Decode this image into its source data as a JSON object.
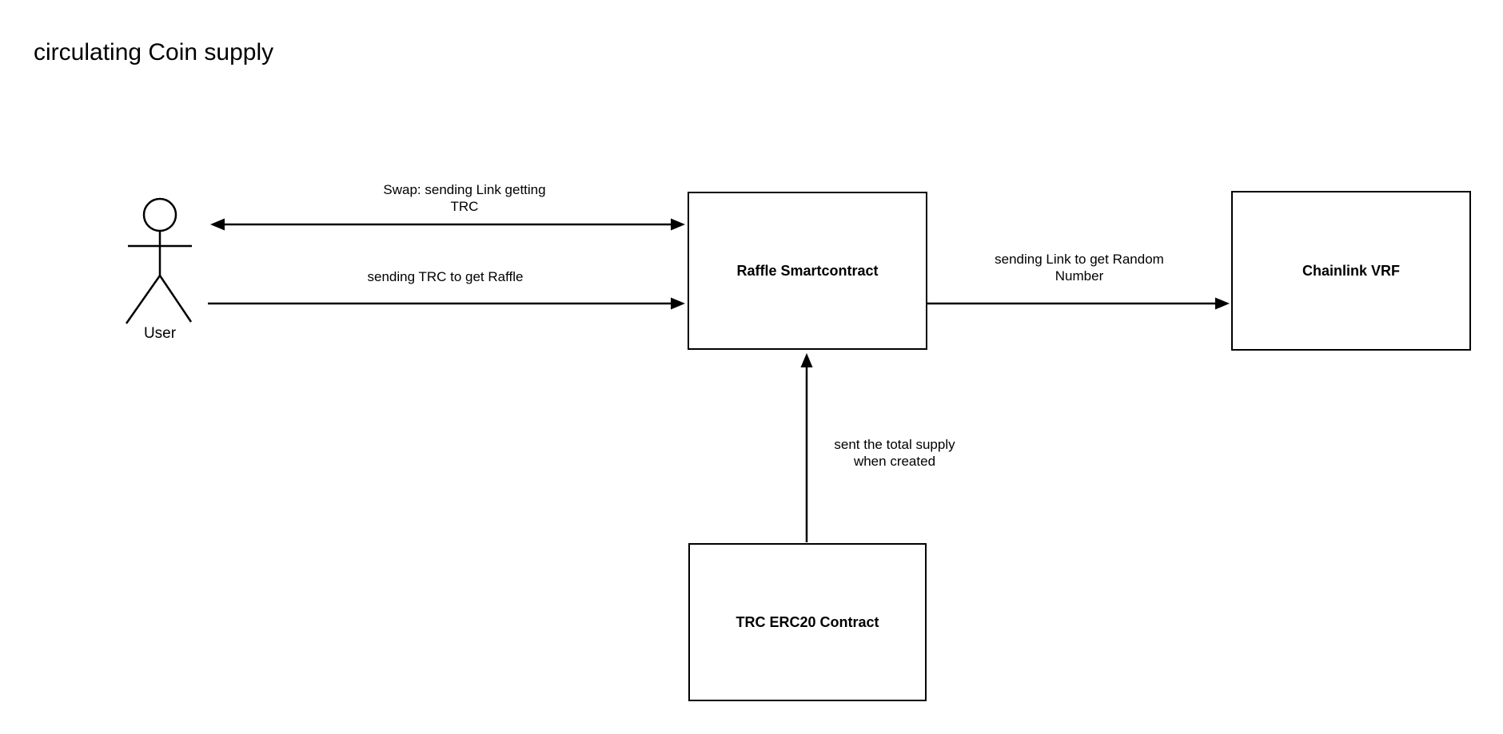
{
  "title": "circulating Coin supply",
  "colors": {
    "ink": "#000000",
    "background": "#ffffff"
  },
  "actor": {
    "label": "User"
  },
  "nodes": {
    "raffle": {
      "label": "Raffle Smartcontract"
    },
    "chainlink": {
      "label": "Chainlink VRF"
    },
    "trc_erc20": {
      "label": "TRC ERC20 Contract"
    }
  },
  "edges": {
    "swap": {
      "from": "user",
      "to": "raffle",
      "arrowheads": "both",
      "lines": [
        "Swap: sending Link getting",
        "TRC"
      ]
    },
    "send_trc": {
      "from": "user",
      "to": "raffle",
      "arrowheads": "end",
      "lines": [
        "sending TRC to get Raffle"
      ]
    },
    "send_link": {
      "from": "raffle",
      "to": "chainlink",
      "arrowheads": "end",
      "lines": [
        "sending Link to get Random",
        "Number"
      ]
    },
    "total_supply": {
      "from": "trc_erc20",
      "to": "raffle",
      "arrowheads": "end",
      "lines": [
        "sent the total supply",
        "when created"
      ]
    }
  }
}
